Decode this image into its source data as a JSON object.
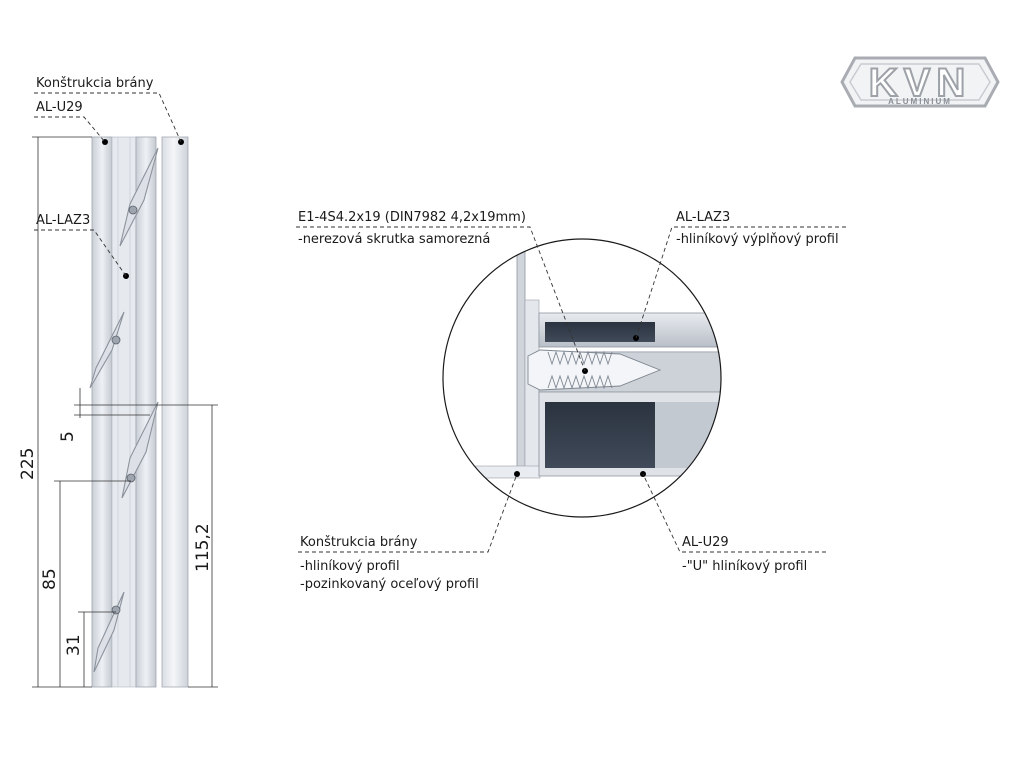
{
  "logo": {
    "mark": "KVN",
    "subtext": "ALUMINIUM"
  },
  "left_view": {
    "labels": {
      "gate_structure": "Konštrukcia brány",
      "u_profile": "AL-U29",
      "fill_profile": "AL-LAZ3"
    },
    "dimensions": {
      "total_height": "225",
      "gap": "5",
      "module_height": "115,2",
      "lower_pitch": "85",
      "bottom_offset": "31"
    }
  },
  "detail_view": {
    "screw": {
      "code": "E1-4S4.2x19 (DIN7982 4,2x19mm)",
      "desc": "-nerezová skrutka samorezná"
    },
    "fill_profile": {
      "code": "AL-LAZ3",
      "desc": "-hliníkový výplňový profil"
    },
    "gate_structure": {
      "title": "Konštrukcia brány",
      "desc1": "-hliníkový profil",
      "desc2": "-pozinkovaný oceľový profil"
    },
    "u_profile": {
      "code": "AL-U29",
      "desc": "-\"U\" hliníkový profil"
    }
  }
}
